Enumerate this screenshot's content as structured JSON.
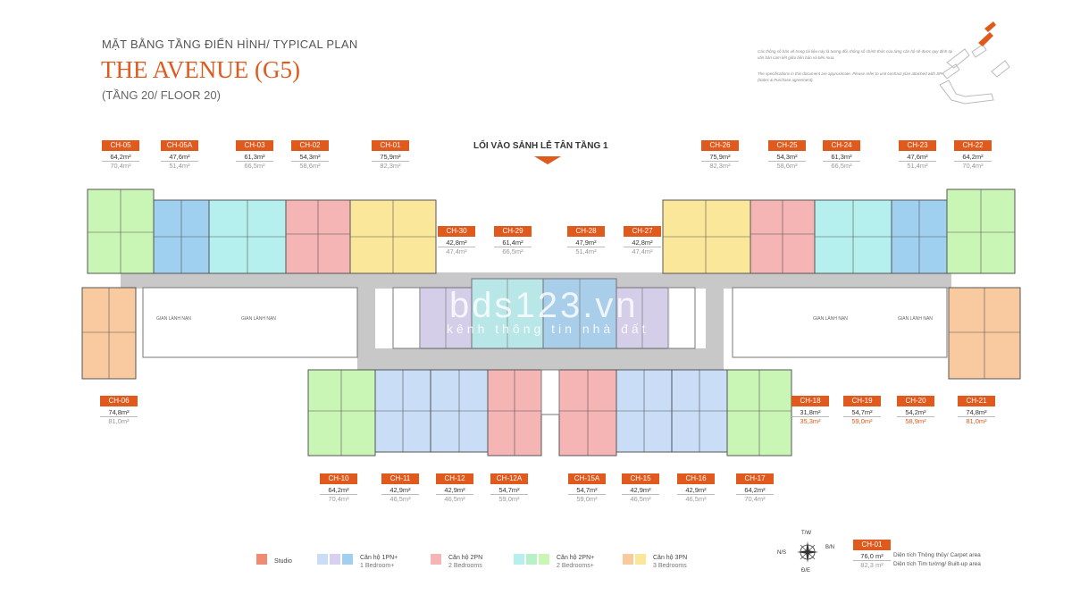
{
  "header": {
    "subtitle": "MẶT BẰNG TẦNG ĐIỂN HÌNH/ TYPICAL PLAN",
    "title": "THE AVENUE (G5)",
    "floor": "(TẦNG 20/ FLOOR 20)"
  },
  "notes": {
    "vi": "Các thông số bản vẽ trong tài liệu này là tương đối, thông số chính thức của từng căn hộ sẽ được quy định tại văn bản cam kết giữa bên bán và bên mua.",
    "en": "The specifications in this document are approximate. Please refer to unit contract plan attached with SPA (Sales & Purchase agreement)."
  },
  "entrance": "LỐI VÀO SẢNH LỄ TÂN TẦNG 1",
  "corridor_labels": [
    "GIAN LÀNH NẠN",
    "GIAN LÀNH NẠN",
    "GIAN LÀNH NẠN",
    "GIAN LÀNH NẠN"
  ],
  "units": [
    {
      "id": "CH-05",
      "carpet": "64,2m²",
      "builtup": "70,4m²"
    },
    {
      "id": "CH-05A",
      "carpet": "47,6m²",
      "builtup": "51,4m²"
    },
    {
      "id": "CH-03",
      "carpet": "61,3m²",
      "builtup": "66,5m²"
    },
    {
      "id": "CH-02",
      "carpet": "54,3m²",
      "builtup": "58,6m²"
    },
    {
      "id": "CH-01",
      "carpet": "75,9m²",
      "builtup": "82,3m²"
    },
    {
      "id": "CH-30",
      "carpet": "42,8m²",
      "builtup": "47,4m²"
    },
    {
      "id": "CH-29",
      "carpet": "61,4m²",
      "builtup": "66,5m²"
    },
    {
      "id": "CH-28",
      "carpet": "47,9m²",
      "builtup": "51,4m²"
    },
    {
      "id": "CH-27",
      "carpet": "42,8m²",
      "builtup": "47,4m²"
    },
    {
      "id": "CH-26",
      "carpet": "75,9m²",
      "builtup": "82,3m²"
    },
    {
      "id": "CH-25",
      "carpet": "54,3m²",
      "builtup": "58,6m²"
    },
    {
      "id": "CH-24",
      "carpet": "61,3m²",
      "builtup": "66,5m²"
    },
    {
      "id": "CH-23",
      "carpet": "47,6m²",
      "builtup": "51,4m²"
    },
    {
      "id": "CH-22",
      "carpet": "64,2m²",
      "builtup": "70,4m²"
    },
    {
      "id": "CH-06",
      "carpet": "74,8m²",
      "builtup": "81,0m²"
    },
    {
      "id": "CH-18",
      "carpet": "31,8m²",
      "builtup": "35,3m²",
      "highlight": true
    },
    {
      "id": "CH-19",
      "carpet": "54,7m²",
      "builtup": "59,0m²",
      "highlight": true
    },
    {
      "id": "CH-20",
      "carpet": "54,2m²",
      "builtup": "58,9m²",
      "highlight": true
    },
    {
      "id": "CH-21",
      "carpet": "74,8m²",
      "builtup": "81,0m²",
      "highlight": true
    },
    {
      "id": "CH-10",
      "carpet": "64,2m²",
      "builtup": "70,4m²"
    },
    {
      "id": "CH-11",
      "carpet": "42,9m²",
      "builtup": "46,5m²"
    },
    {
      "id": "CH-12",
      "carpet": "42,9m²",
      "builtup": "46,5m²"
    },
    {
      "id": "CH-12A",
      "carpet": "54,7m²",
      "builtup": "59,0m²"
    },
    {
      "id": "CH-15A",
      "carpet": "54,7m²",
      "builtup": "59,0m²"
    },
    {
      "id": "CH-15",
      "carpet": "42,9m²",
      "builtup": "46,5m²"
    },
    {
      "id": "CH-16",
      "carpet": "42,9m²",
      "builtup": "46,5m²"
    },
    {
      "id": "CH-17",
      "carpet": "64,2m²",
      "builtup": "70,4m²"
    }
  ],
  "watermark": {
    "main": "bds123.vn",
    "sub": "kênh thông tin nhà đất"
  },
  "legend": [
    {
      "label": "Studio",
      "sub": "",
      "colors": [
        "#f08a70"
      ]
    },
    {
      "label": "Căn hộ 1PN+",
      "sub": "1 Bedroom+",
      "colors": [
        "#c9ddf7",
        "#d8d0f0",
        "#9fd0f0"
      ]
    },
    {
      "label": "Căn hộ 2PN",
      "sub": "2 Bedrooms",
      "colors": [
        "#f5b5b5"
      ]
    },
    {
      "label": "Căn hộ 2PN+",
      "sub": "2 Bedrooms+",
      "colors": [
        "#b5f0ee",
        "#b8f0c8",
        "#c9f5b5"
      ]
    },
    {
      "label": "Căn hộ 3PN",
      "sub": "3 Bedrooms",
      "colors": [
        "#f9c9a0",
        "#fbe79a"
      ]
    }
  ],
  "compass": {
    "n": "T/W",
    "s": "Đ/E",
    "w": "N/S",
    "e": "B/N"
  },
  "key": {
    "id": "CH-01",
    "carpet": "76,0 m²",
    "builtup": "82,3 m²",
    "carpet_label": "Diện tích Thông thủy/ Carpet area",
    "builtup_label": "Diện tích Tim tường/ Built-up area"
  },
  "colors": {
    "accent": "#e05a1e"
  }
}
